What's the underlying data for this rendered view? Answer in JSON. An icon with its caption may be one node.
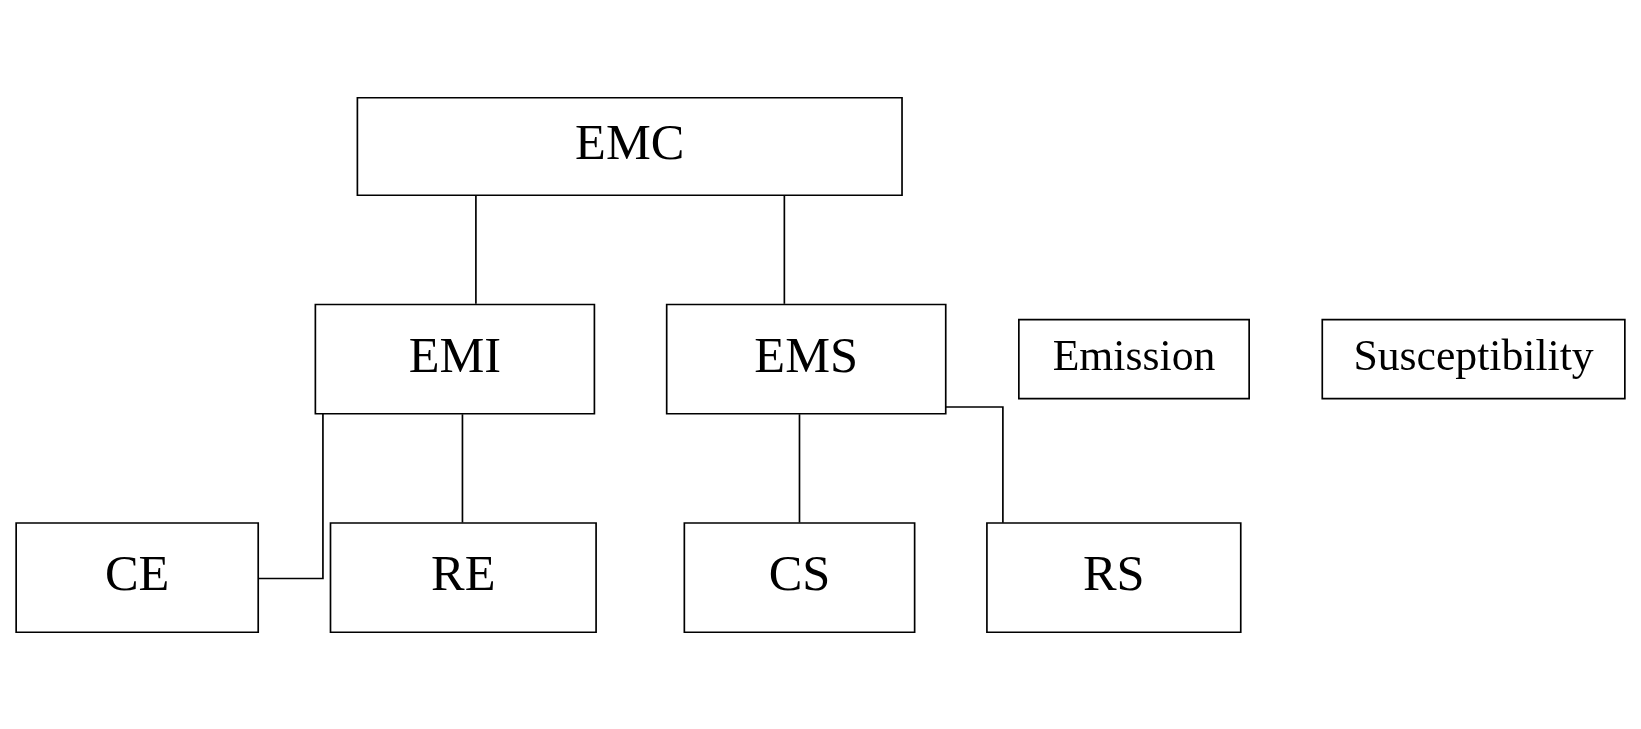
{
  "diagram": {
    "nodes": [
      {
        "text": [
          "EMC"
        ]
      },
      {
        "text": [
          "Emission"
        ]
      },
      {
        "text": [
          "Susceptibility"
        ]
      },
      {
        "text": [
          "EMI"
        ]
      },
      {
        "text": [
          "EMS"
        ]
      },
      {
        "text": [
          "CE"
        ]
      },
      {
        "text": [
          "RE"
        ]
      },
      {
        "text": [
          "CS"
        ]
      },
      {
        "text": [
          "RS"
        ]
      }
    ],
    "edges": [
      {
        "from": 0,
        "to": 3,
        "arrow": "none"
      },
      {
        "from": 0,
        "to": 4,
        "arrow": "none"
      },
      {
        "from": 3,
        "to": 5,
        "arrow": "none"
      },
      {
        "from": 3,
        "to": 6,
        "arrow": "none"
      },
      {
        "from": 4,
        "to": 7,
        "arrow": "none"
      },
      {
        "from": 4,
        "to": 8,
        "arrow": "none"
      }
    ]
  }
}
